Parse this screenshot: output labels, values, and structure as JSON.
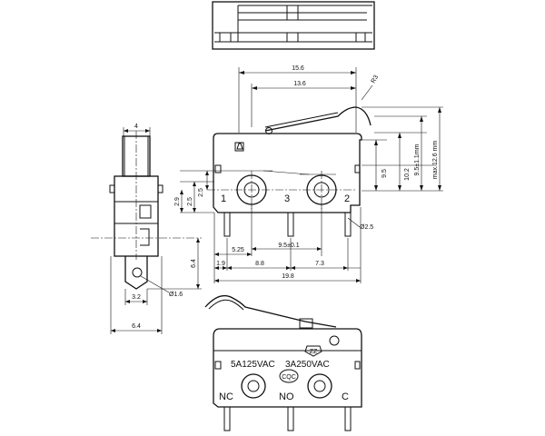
{
  "dimensions": {
    "overall_length": "19.8",
    "body_length": "15.6",
    "actuator_offset": "13.6",
    "lever_radius": "R3",
    "body_height": "9.5",
    "body_height_2": "10.2",
    "operating_height": "9.5±1.1mm",
    "max_height": "max.12.6 mm",
    "hole_height_1": "2.5",
    "hole_height_2": "2.5",
    "hole_height_3": "2.9",
    "pin_offset": "5.25",
    "hole_pitch": "9.5±0.1",
    "pin_pitch_1": "8.8",
    "pin_pitch_2": "7.3",
    "left_margin": "1.9",
    "hole_diameter": "Ø2.5",
    "side_width": "4",
    "terminal_width": "3.2",
    "side_depth": "6.4",
    "terminal_length": "6.4",
    "terminal_hole_diameter": "Ø1.6"
  },
  "terminal_numbers": {
    "t1": "1",
    "t2": "3",
    "t3": "2"
  },
  "bottom_view": {
    "rating_1": "5A125VAC",
    "rating_2": "3A250VAC",
    "cqc_mark": "CQC",
    "cert_mark": "ZZ",
    "terminal_nc": "NC",
    "terminal_no": "NO",
    "terminal_c": "C"
  }
}
